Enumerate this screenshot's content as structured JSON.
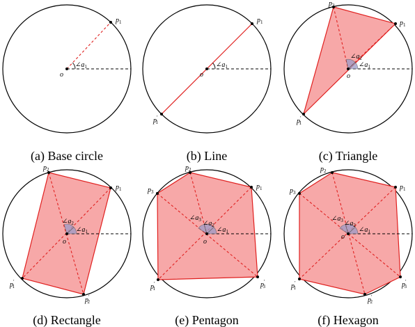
{
  "labels": {
    "o": "o",
    "p": "p",
    "angle": "∠a",
    "prime": "′",
    "s1": "1",
    "s2": "2",
    "s3": "3"
  },
  "captions": [
    "(a) Base circle",
    "(b) Line",
    "(c) Triangle",
    "(d) Rectangle",
    "(e) Pentagon",
    "(f) Hexagon"
  ],
  "colors": {
    "polygon_fill": "#f7a8a8",
    "polygon_stroke": "#e0201f",
    "angle_fill": "#9b9bc8"
  }
}
